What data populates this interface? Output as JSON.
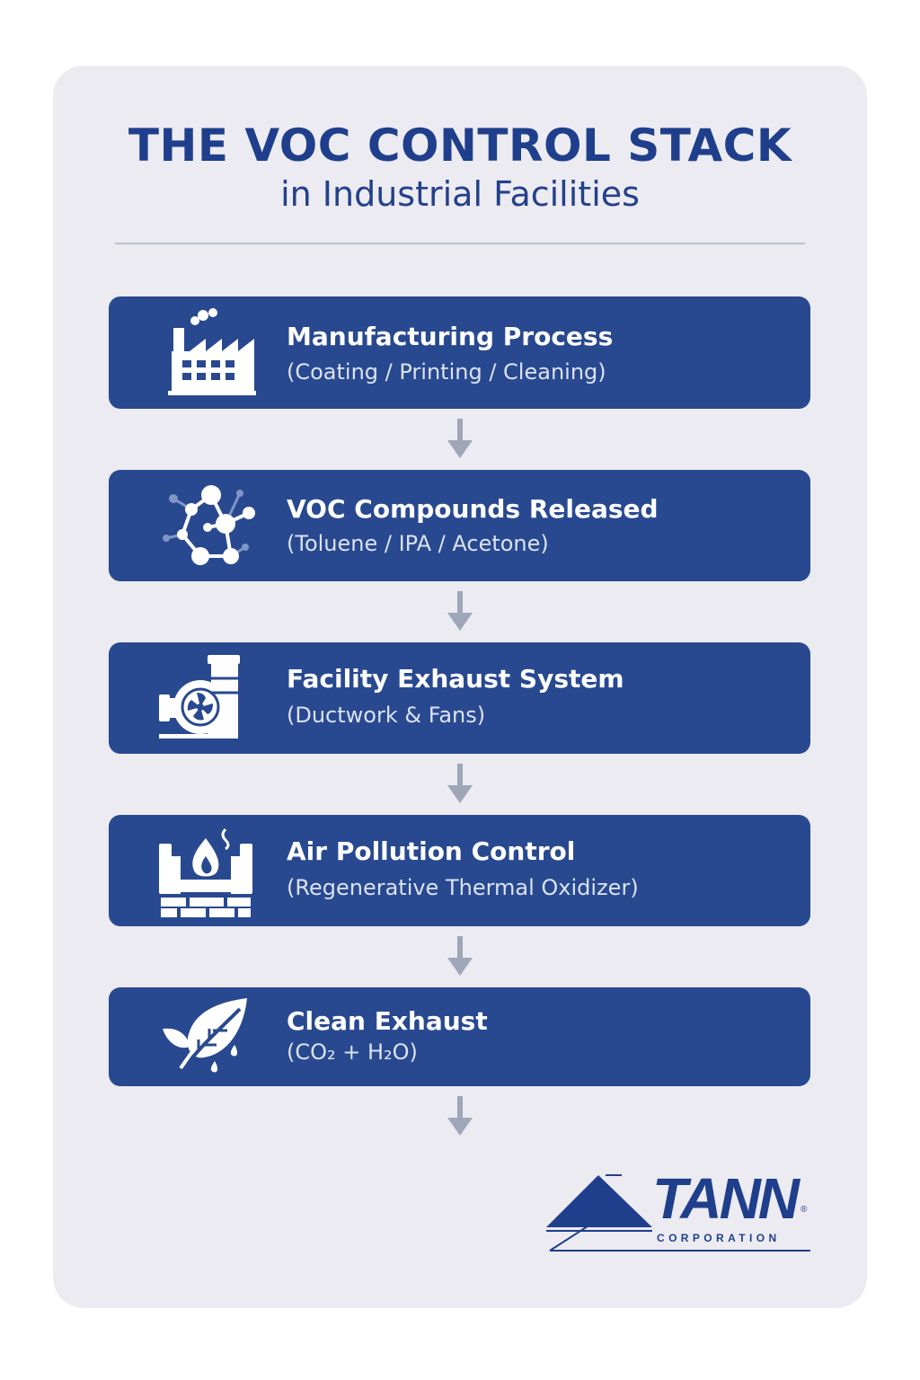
{
  "header": {
    "title": "THE VOC CONTROL STACK",
    "subtitle": "in Industrial Facilities"
  },
  "steps": [
    {
      "title": "Manufacturing Process",
      "detail": "(Coating / Printing / Cleaning)",
      "icon": "factory-icon"
    },
    {
      "title": "VOC Compounds Released",
      "detail": "(Toluene / IPA / Acetone)",
      "icon": "molecule-icon"
    },
    {
      "title": "Facility Exhaust System",
      "detail": "(Ductwork & Fans)",
      "icon": "exhaust-fan-icon"
    },
    {
      "title": "Air Pollution Control",
      "detail": "(Regenerative Thermal Oxidizer)",
      "icon": "thermal-oxidizer-icon"
    },
    {
      "title": "Clean Exhaust",
      "detail": "(CO₂ + H₂O)",
      "icon": "leaf-icon"
    }
  ],
  "logo": {
    "name": "TANN",
    "registered_mark": "®",
    "subtitle": "CORPORATION"
  },
  "colors": {
    "card_background": "#ecebf1",
    "step_fill": "#284990",
    "title_text": "#1f3f8c",
    "arrow": "#9fa6b8",
    "divider": "#bac0d0"
  }
}
